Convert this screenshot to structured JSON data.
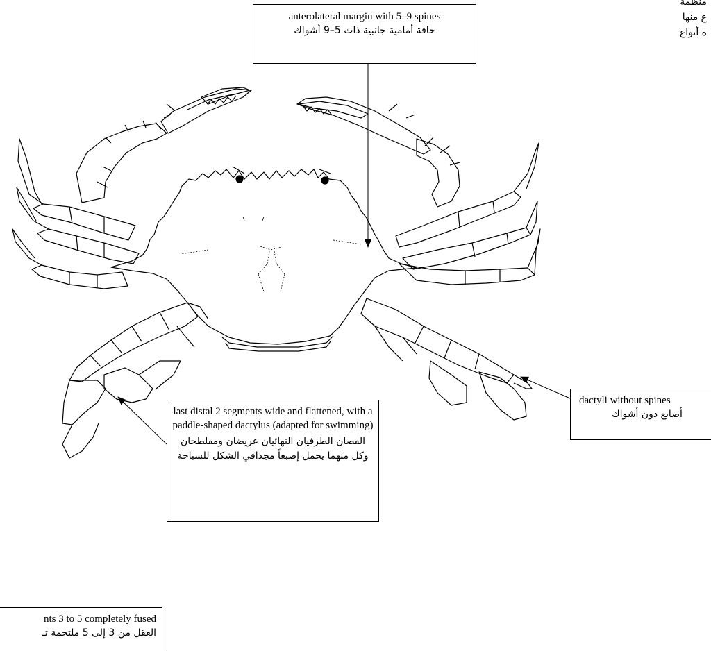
{
  "labels": {
    "anterolateral": {
      "en": "anterolateral margin with 5–9 spines",
      "ar": "حافة أمامية جانبية ذات 5–9 أشواك"
    },
    "swimming_legs": {
      "en": "last distal 2 segments wide and flattened, with a paddle-shaped dactylus (adapted for swimming)",
      "ar": "الفصان الطرفيان النهائيان عريضان ومفلطحان وكل منهما يحمل إصبعاً مجذافي الشكل للسباحة"
    },
    "dactyli": {
      "en": "dactyli without spines",
      "ar": "أصابع دون أشواك"
    },
    "abdomen": {
      "en": "nts 3 to 5 completely fused",
      "ar": "العقل من 3 إلى 5 ملتحمة تـ"
    }
  },
  "corner_text": {
    "line1": "منظمة",
    "line2": "ع منها",
    "line3": "ة أنواع"
  }
}
